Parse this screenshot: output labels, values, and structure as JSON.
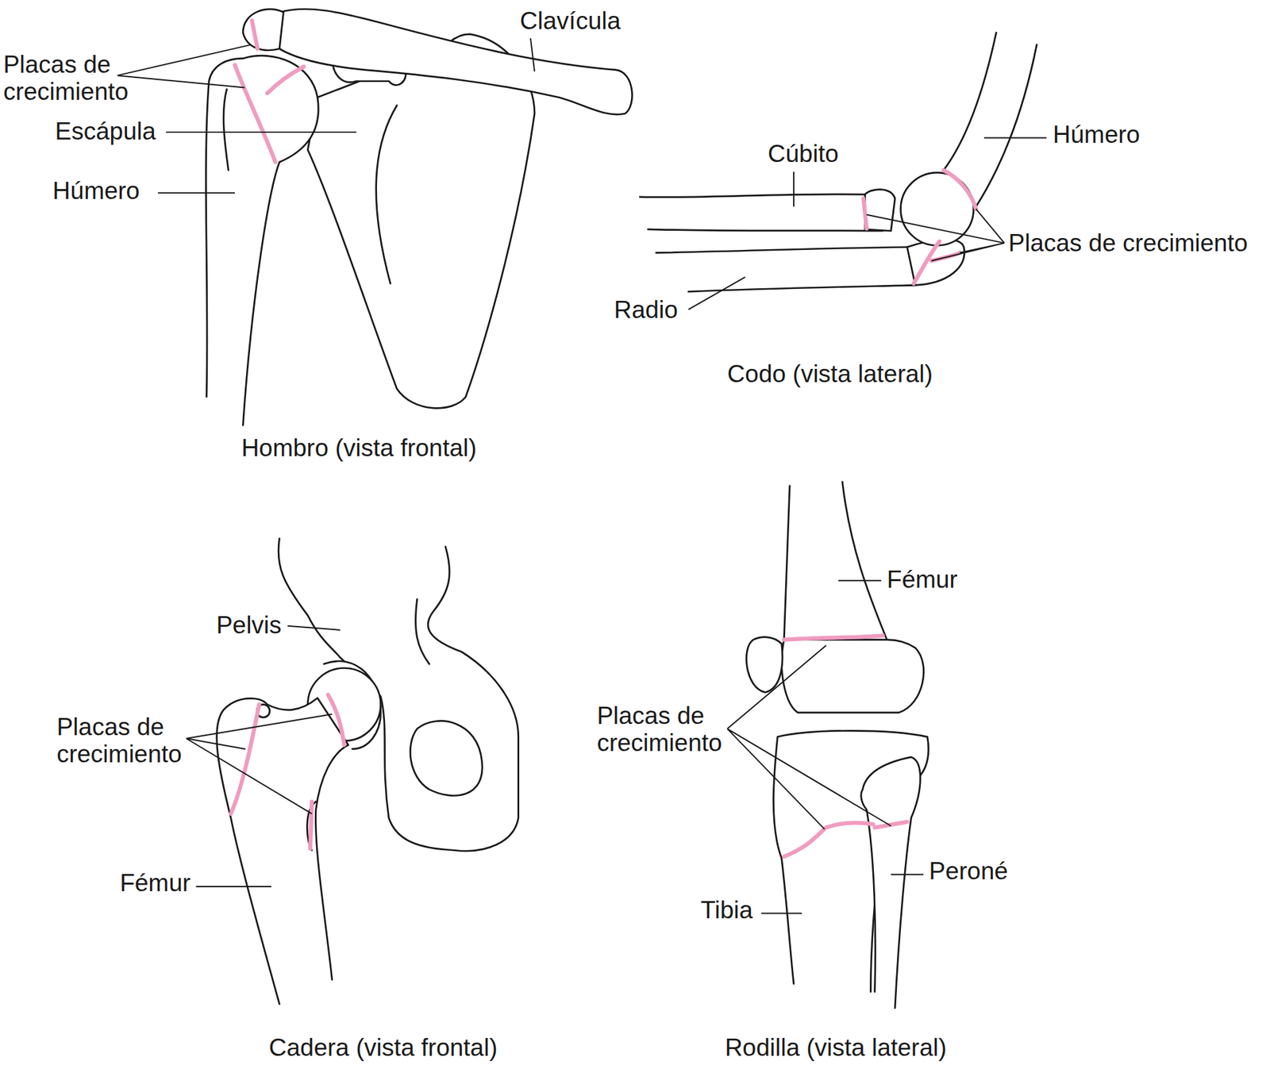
{
  "diagram": {
    "labels": [
      "Clavícula",
      "Placas de crecimiento",
      "Escápula",
      "Húmero",
      "Hombro (vista frontal)",
      "Cúbito",
      "Húmero",
      "Placas de crecimiento",
      "Radio",
      "Codo (vista lateral)",
      "Pelvis",
      "Placas de crecimiento",
      "Fémur",
      "Cadera (vista frontal)",
      "Fémur",
      "Placas de crecimiento",
      "Peroné",
      "Tibia",
      "Rodilla (vista lateral)"
    ]
  }
}
